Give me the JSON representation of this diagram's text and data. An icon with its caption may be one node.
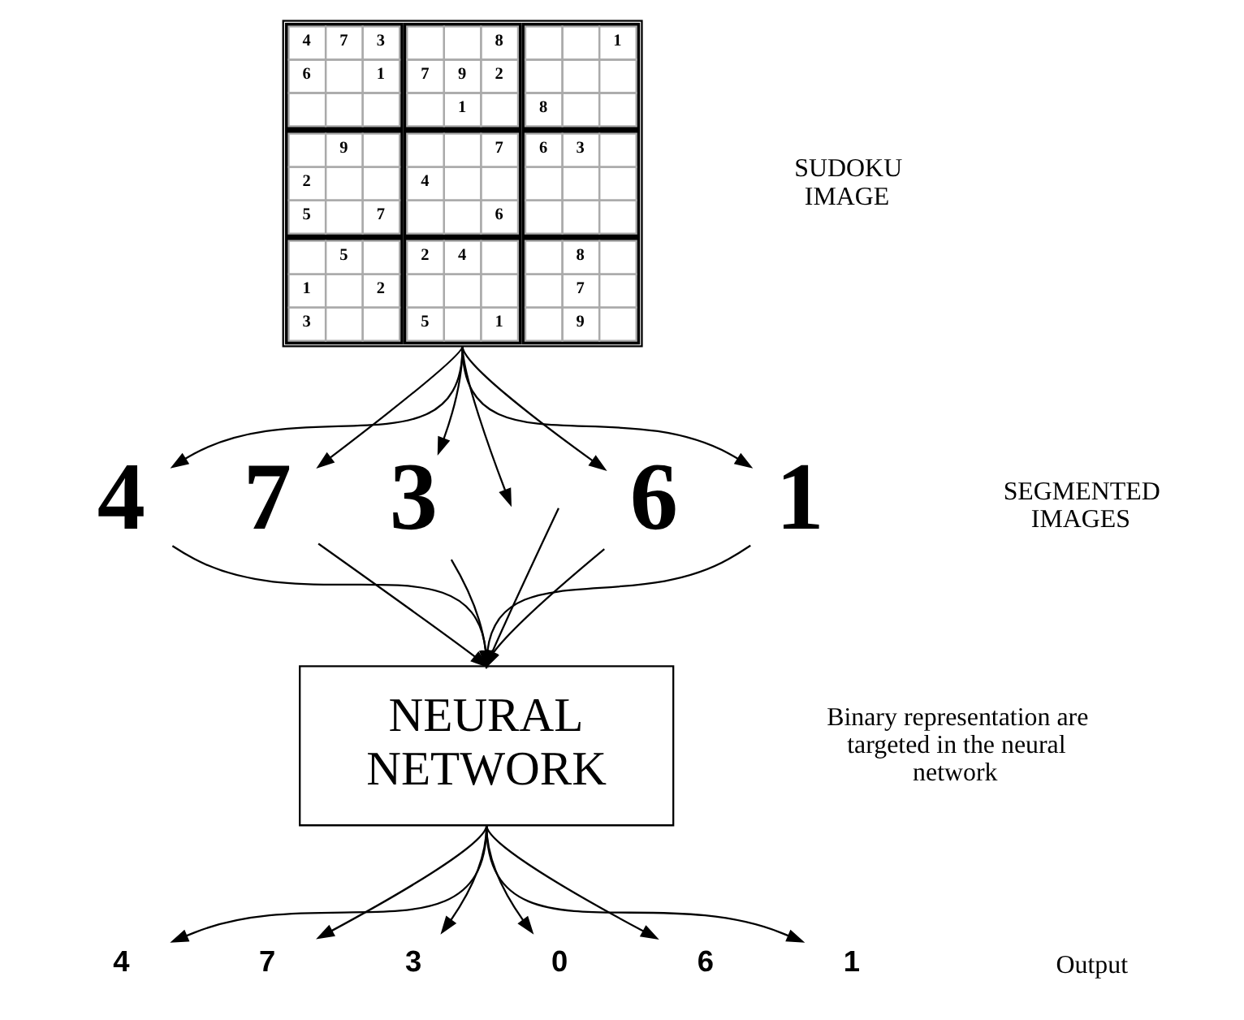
{
  "diagram": {
    "nodes": [
      {
        "text": [
          "4",
          "7",
          "3",
          "8",
          "1",
          "6",
          "1",
          "7",
          "9",
          "2",
          "1",
          "8",
          "9",
          "7",
          "6",
          "3",
          "2",
          "4",
          "5",
          "7",
          "6",
          "5",
          "2",
          "4",
          "8",
          "1",
          "2",
          "7",
          "3",
          "5",
          "1",
          "9"
        ]
      },
      {
        "text": [
          "4"
        ]
      },
      {
        "text": [
          "7"
        ]
      },
      {
        "text": [
          "3"
        ]
      },
      {
        "text": [
          "6"
        ]
      },
      {
        "text": [
          "1"
        ]
      },
      {
        "text": [
          "NEURAL NETWORK"
        ]
      },
      {
        "text": [
          "4"
        ]
      },
      {
        "text": [
          "7"
        ]
      },
      {
        "text": [
          "3"
        ]
      },
      {
        "text": [
          "0"
        ]
      },
      {
        "text": [
          "6"
        ]
      },
      {
        "text": [
          "1"
        ]
      }
    ],
    "edges": [
      {
        "from": 0,
        "to": 1,
        "arrow": "to"
      },
      {
        "from": 0,
        "to": 2,
        "arrow": "to"
      },
      {
        "from": 0,
        "to": 3,
        "arrow": "to"
      },
      {
        "from": 0,
        "to": null,
        "arrow": "to"
      },
      {
        "from": 0,
        "to": 4,
        "arrow": "to"
      },
      {
        "from": 0,
        "to": 5,
        "arrow": "to"
      },
      {
        "from": 1,
        "to": 6,
        "arrow": "to"
      },
      {
        "from": 2,
        "to": 6,
        "arrow": "to"
      },
      {
        "from": 3,
        "to": 6,
        "arrow": "to"
      },
      {
        "from": null,
        "to": 6,
        "arrow": "to"
      },
      {
        "from": 4,
        "to": 6,
        "arrow": "to"
      },
      {
        "from": 5,
        "to": 6,
        "arrow": "to"
      },
      {
        "from": 6,
        "to": 7,
        "arrow": "to"
      },
      {
        "from": 6,
        "to": 8,
        "arrow": "to"
      },
      {
        "from": 6,
        "to": 9,
        "arrow": "to"
      },
      {
        "from": 6,
        "to": 10,
        "arrow": "to"
      },
      {
        "from": 6,
        "to": 11,
        "arrow": "to"
      },
      {
        "from": 6,
        "to": 12,
        "arrow": "to"
      }
    ],
    "labels": [
      "SUDOKU IMAGE",
      "SEGMENTED IMAGES",
      "Binary representation are targeted in the neural network",
      "Output"
    ]
  }
}
